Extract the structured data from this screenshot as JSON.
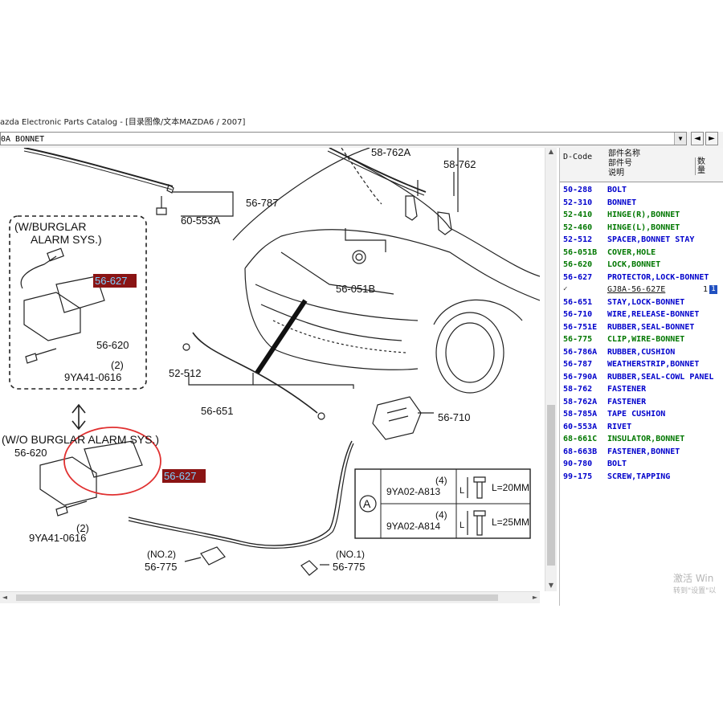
{
  "window": {
    "title": "azda Electronic Parts Catalog - [目录图像/文本MAZDA6 / 2007]",
    "selected_group": "0A   BONNET"
  },
  "diagram": {
    "callouts": {
      "burglar_title_1": "(W/BURGLAR",
      "burglar_title_2": "ALARM SYS.)",
      "no_burglar_title": "(W/O BURGLAR ALARM SYS.)",
      "p56_627a": "56-627",
      "p56_627b": "56-627",
      "p56_620a": "56-620",
      "p56_620b": "56-620",
      "p9ya41a": "9YA41-0616",
      "p9ya41b": "9YA41-0616",
      "qty2a": "(2)",
      "qty2b": "(2)",
      "p60_553a": "60-553A",
      "p56_787": "56-787",
      "p58_762a": "58-762A",
      "p58_762": "58-762",
      "p56_051b": "56-051B",
      "p52_512": "52-512",
      "p56_651": "56-651",
      "p56_710": "56-710",
      "no2": "(NO.2)",
      "no1": "(NO.1)",
      "p56_775a": "56-775",
      "p56_775b": "56-775"
    },
    "bolt_table": {
      "key": "A",
      "rows": [
        {
          "qty": "(4)",
          "part": "9YA02-A813",
          "dim": "L=20MM",
          "l": "L"
        },
        {
          "qty": "(4)",
          "part": "9YA02-A814",
          "dim": "L=25MM",
          "l": "L"
        }
      ]
    }
  },
  "parts_list": {
    "header": {
      "code": "D-Code",
      "name_lines": [
        "部件名称",
        "部件号",
        "说明"
      ],
      "qty": "数量"
    },
    "rows": [
      {
        "code": "50-288",
        "name": "BOLT",
        "color": "#0000cc"
      },
      {
        "code": "52-310",
        "name": "BONNET",
        "color": "#0000cc"
      },
      {
        "code": "52-410",
        "name": "HINGE(R),BONNET",
        "color": "#007700"
      },
      {
        "code": "52-460",
        "name": "HINGE(L),BONNET",
        "color": "#007700"
      },
      {
        "code": "52-512",
        "name": "SPACER,BONNET STAY",
        "color": "#0000cc"
      },
      {
        "code": "56-051B",
        "name": "COVER,HOLE",
        "color": "#007700"
      },
      {
        "code": "56-620",
        "name": "LOCK,BONNET",
        "color": "#007700"
      },
      {
        "code": "56-627",
        "name": "PROTECTOR,LOCK-BONNET",
        "color": "#0000cc"
      },
      {
        "code": "",
        "name": "GJ8A-56-627E",
        "color": "#111111",
        "sub": true,
        "qty": "1",
        "box": "1",
        "check": "✓"
      },
      {
        "code": "56-651",
        "name": "STAY,LOCK-BONNET",
        "color": "#0000cc"
      },
      {
        "code": "56-710",
        "name": "WIRE,RELEASE-BONNET",
        "color": "#0000cc"
      },
      {
        "code": "56-751E",
        "name": "RUBBER,SEAL-BONNET",
        "color": "#0000cc"
      },
      {
        "code": "56-775",
        "name": "CLIP,WIRE-BONNET",
        "color": "#007700"
      },
      {
        "code": "56-786A",
        "name": "RUBBER,CUSHION",
        "color": "#0000cc"
      },
      {
        "code": "56-787",
        "name": "WEATHERSTRIP,BONNET",
        "color": "#0000cc"
      },
      {
        "code": "56-790A",
        "name": "RUBBER,SEAL-COWL PANEL",
        "color": "#0000cc"
      },
      {
        "code": "58-762",
        "name": "FASTENER",
        "color": "#0000cc"
      },
      {
        "code": "58-762A",
        "name": "FASTENER",
        "color": "#0000cc"
      },
      {
        "code": "58-785A",
        "name": "TAPE CUSHION",
        "color": "#0000cc"
      },
      {
        "code": "60-553A",
        "name": "RIVET",
        "color": "#0000cc"
      },
      {
        "code": "68-661C",
        "name": "INSULATOR,BONNET",
        "color": "#007700"
      },
      {
        "code": "68-663B",
        "name": "FASTENER,BONNET",
        "color": "#0000cc"
      },
      {
        "code": "90-780",
        "name": "BOLT",
        "color": "#0000cc"
      },
      {
        "code": "99-175",
        "name": "SCREW,TAPPING",
        "color": "#0000cc"
      }
    ]
  },
  "watermark": {
    "line1": "激活 Win",
    "line2": "转到\"设置\"以"
  }
}
